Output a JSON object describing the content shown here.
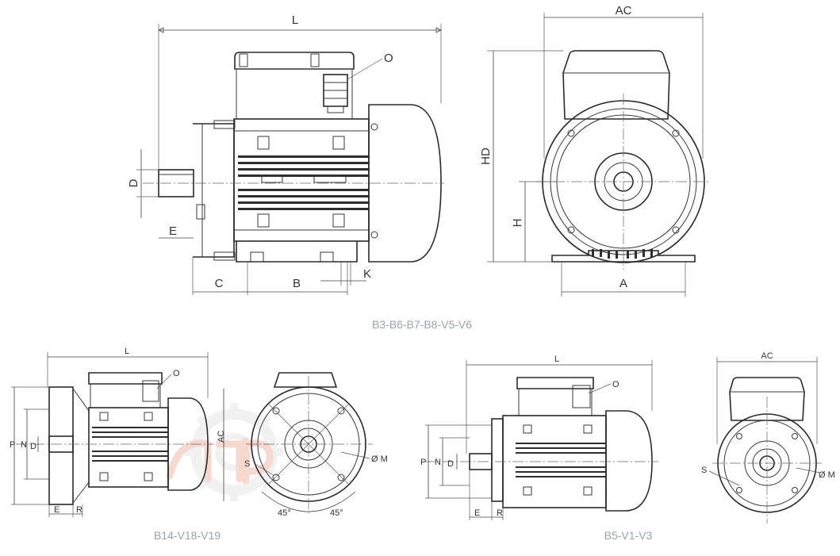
{
  "captions": {
    "top": "B3-B6-B7-B8-V5-V6",
    "bottom_left": "B14-V18-V19",
    "bottom_right": "B5-V1-V3"
  },
  "dims": {
    "L": "L",
    "AC": "AC",
    "HD": "HD",
    "D": "D",
    "E": "E",
    "C": "C",
    "B": "B",
    "K": "K",
    "H": "H",
    "A": "A",
    "O": "O",
    "P": "P",
    "N": "N",
    "R": "R",
    "S": "S",
    "M": "Ø M",
    "deg": "45°"
  },
  "colors": {
    "line": "#3a3a3a",
    "caption": "#9aa2ad",
    "watermark": "#f2b9a8"
  }
}
